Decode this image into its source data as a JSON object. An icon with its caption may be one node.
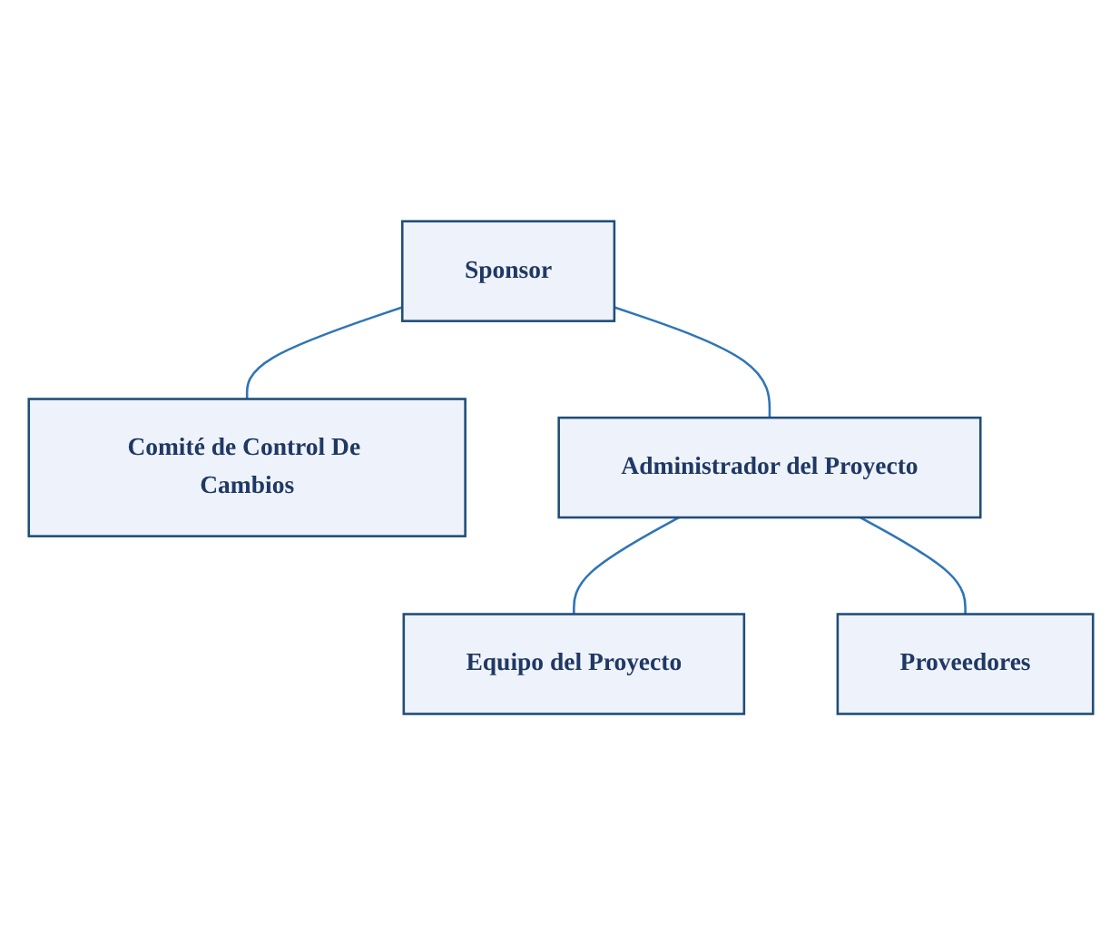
{
  "diagram": {
    "nodes": [
      {
        "text": [
          "Sponsor"
        ]
      },
      {
        "text": [
          "Comité de Control De Cambios"
        ]
      },
      {
        "text": [
          "Administrador del Proyecto"
        ]
      },
      {
        "text": [
          "Proveedores"
        ]
      },
      {
        "text": [
          "Equipo del Proyecto"
        ]
      }
    ],
    "edges": [
      {
        "from": 0,
        "to": 2,
        "arrow": "none"
      },
      {
        "from": 0,
        "to": 1,
        "arrow": "none"
      },
      {
        "from": 2,
        "to": 4,
        "arrow": "none"
      },
      {
        "from": 2,
        "to": 3,
        "arrow": "none"
      }
    ]
  }
}
